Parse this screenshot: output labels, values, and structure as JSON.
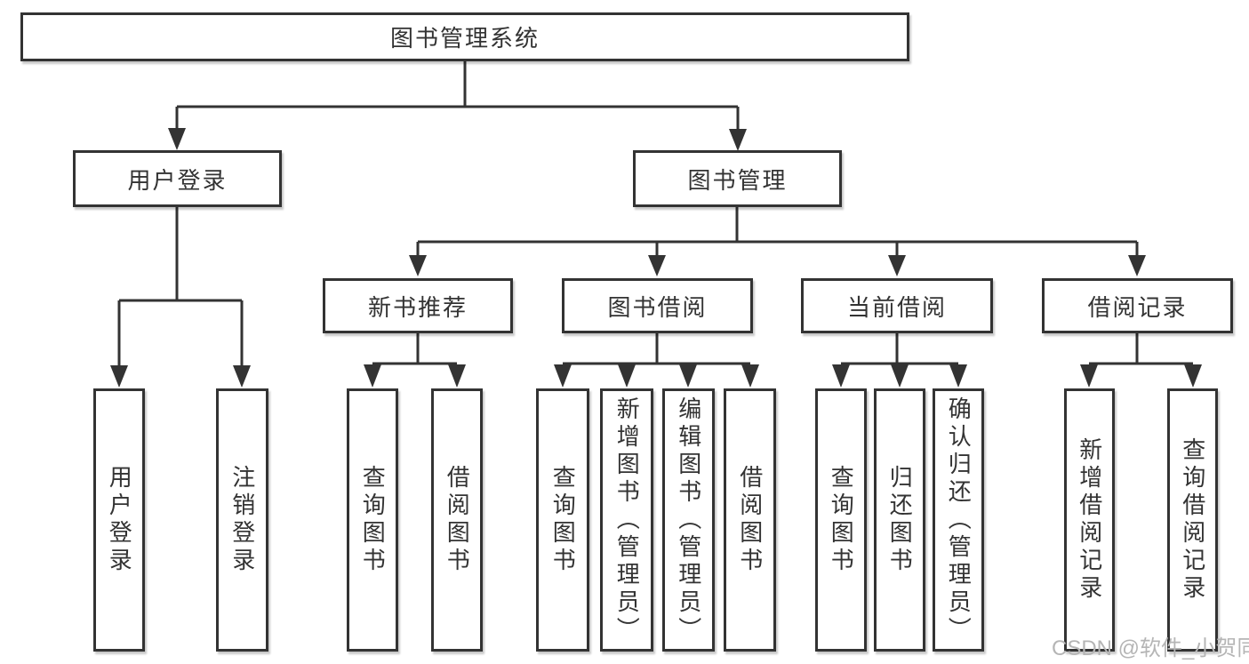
{
  "root": {
    "label": "图书管理系统"
  },
  "level2": {
    "user_login": "用户登录",
    "book_mgmt": "图书管理"
  },
  "level3": {
    "new_book": "新书推荐",
    "borrow": "图书借阅",
    "current": "当前借阅",
    "records": "借阅记录"
  },
  "leaves": {
    "user_login": [
      "用户登录",
      "注销登录"
    ],
    "new_book": [
      "查询图书",
      "借阅图书"
    ],
    "borrow": [
      "查询图书",
      "新增图书（管理员）",
      "编辑图书（管理员）",
      "借阅图书"
    ],
    "current": [
      "查询图书",
      "归还图书",
      "确认归还（管理员）"
    ],
    "records": [
      "新增借阅记录",
      "查询借阅记录"
    ]
  },
  "watermark": "CSDN @软件_小贺同学",
  "colors": {
    "line": "#333333",
    "text": "#333333",
    "watermark": "#b5b5b5",
    "background": "#ffffff"
  }
}
